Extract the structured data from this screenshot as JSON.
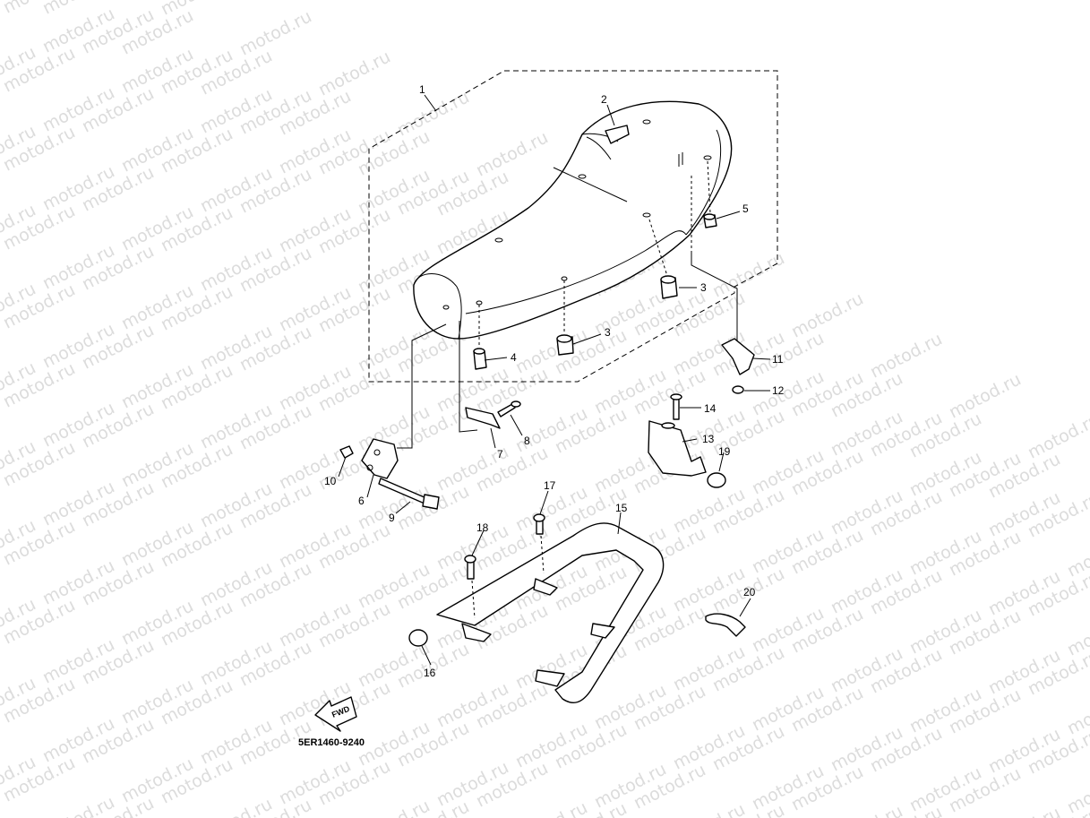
{
  "watermark": "motod.ru",
  "diagram": {
    "code": "5ER1460-9240",
    "fwd_label": "FWD",
    "callouts": [
      {
        "id": "1",
        "name": "seat-assembly"
      },
      {
        "id": "2",
        "name": "seat-emblem"
      },
      {
        "id": "3",
        "name": "damper-upper"
      },
      {
        "id": "3",
        "name": "damper-lower"
      },
      {
        "id": "4",
        "name": "seat-stopper"
      },
      {
        "id": "5",
        "name": "nut-cap"
      },
      {
        "id": "6",
        "name": "hinge-bracket"
      },
      {
        "id": "7",
        "name": "seat-plate"
      },
      {
        "id": "8",
        "name": "screw-8"
      },
      {
        "id": "9",
        "name": "bolt-9"
      },
      {
        "id": "10",
        "name": "nut-10"
      },
      {
        "id": "11",
        "name": "seat-lock-hook"
      },
      {
        "id": "12",
        "name": "washer-12"
      },
      {
        "id": "13",
        "name": "lock-holder"
      },
      {
        "id": "14",
        "name": "bolt-14"
      },
      {
        "id": "15",
        "name": "grab-bar"
      },
      {
        "id": "16",
        "name": "grab-bar-cap"
      },
      {
        "id": "17",
        "name": "bolt-17"
      },
      {
        "id": "18",
        "name": "bolt-18"
      },
      {
        "id": "19",
        "name": "cap-19"
      },
      {
        "id": "20",
        "name": "helmet-hook"
      }
    ]
  }
}
